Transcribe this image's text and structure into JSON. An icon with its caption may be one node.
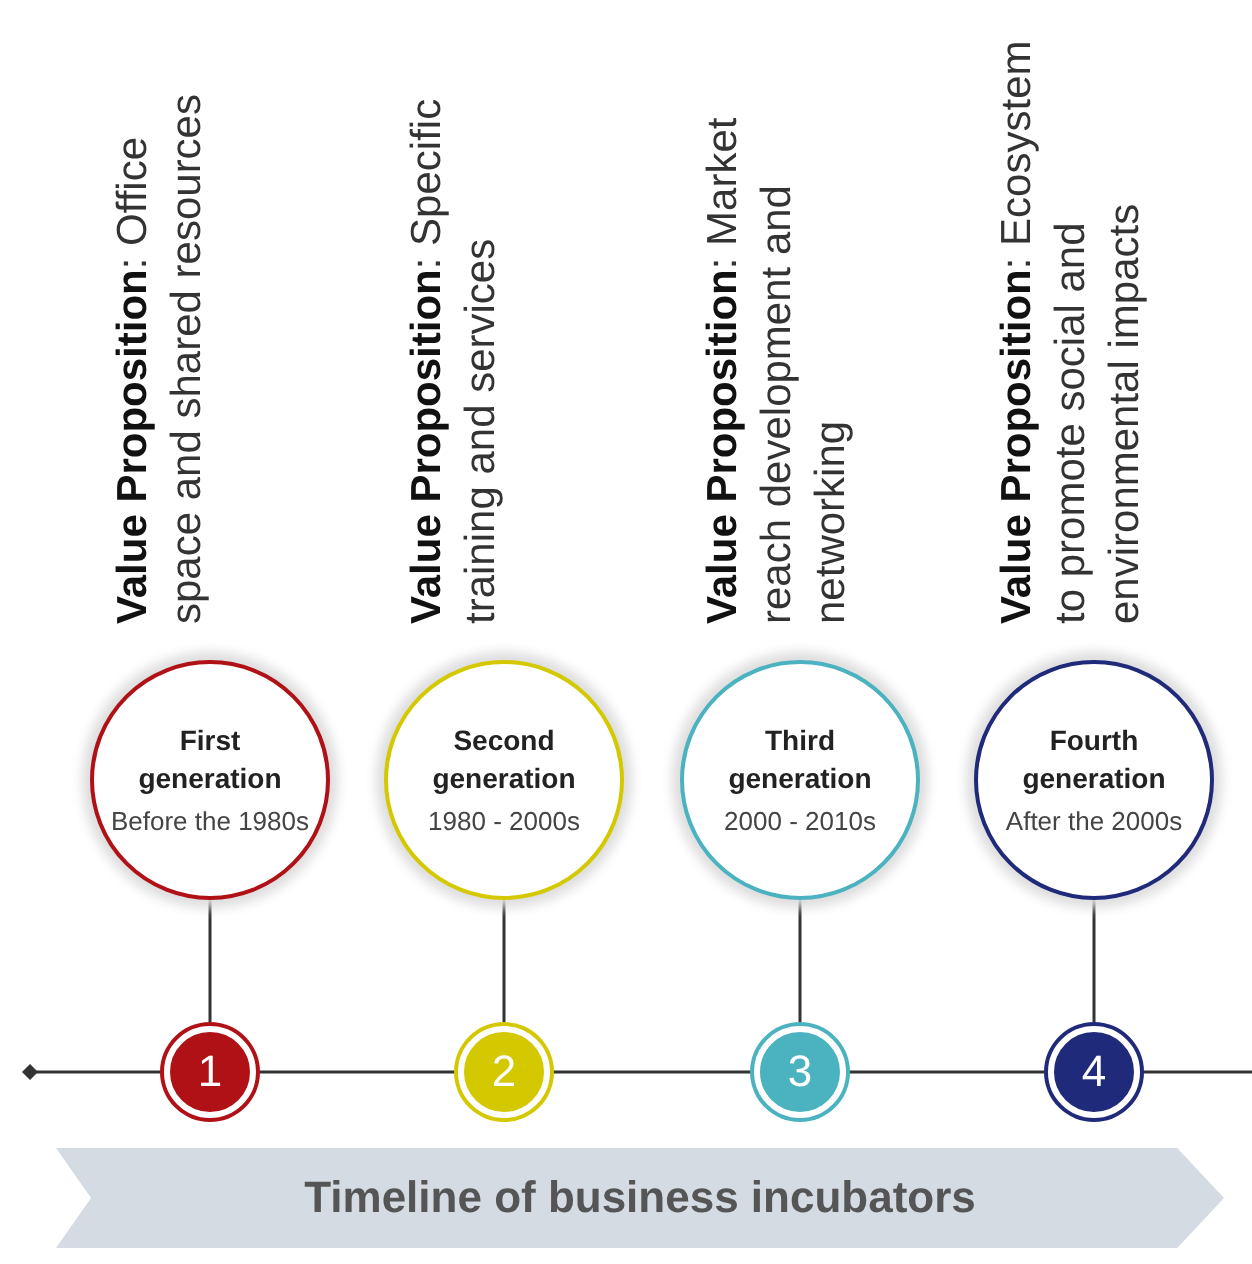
{
  "diagram": {
    "nodes": [
      {
        "text": [
          "First generation",
          "Before the 1980s"
        ],
        "beside": [
          "**Value Proposition**: Office space and shared resources"
        ]
      },
      {
        "text": [
          "1"
        ]
      },
      {
        "text": [
          "Second generation",
          "1980 - 2000s"
        ],
        "beside": [
          "**Value Proposition**: Specific training and services"
        ]
      },
      {
        "text": [
          "2"
        ]
      },
      {
        "text": [
          "Third generation",
          "2000 - 2010s"
        ],
        "beside": [
          "**Value Proposition**: Market reach development and networking"
        ]
      },
      {
        "text": [
          "3"
        ]
      },
      {
        "text": [
          "Fourth generation",
          "After the 2000s"
        ],
        "beside": [
          "**Value Proposition**: Ecosystem to promote social and environmental impacts"
        ]
      },
      {
        "text": [
          "4"
        ]
      },
      {
        "text": [
          "Timeline of business incubators"
        ]
      }
    ],
    "edges": [
      {
        "from": 0,
        "to": 1,
        "arrow": "none"
      },
      {
        "from": 2,
        "to": 3,
        "arrow": "none"
      },
      {
        "from": 4,
        "to": 5,
        "arrow": "none"
      },
      {
        "from": 6,
        "to": 7,
        "arrow": "none"
      }
    ]
  }
}
